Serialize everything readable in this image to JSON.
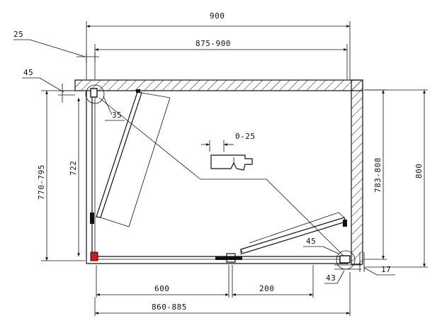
{
  "dimensions": {
    "top_width": "900",
    "inner_width": "875-900",
    "left_offset": "25",
    "wall_offset": "45",
    "hinge_depth": "35",
    "left_height_range": "770-795",
    "left_inner_height": "722",
    "adjust_range": "0-25",
    "right_inner_height": "783-808",
    "right_height": "800",
    "corner_top": "45",
    "corner_bottom": "43",
    "corner_right": "17",
    "bottom_door": "600",
    "bottom_fixed": "200",
    "bottom_total": "860-885"
  },
  "colors": {
    "line": "#111111",
    "marker_red": "#d01818"
  }
}
